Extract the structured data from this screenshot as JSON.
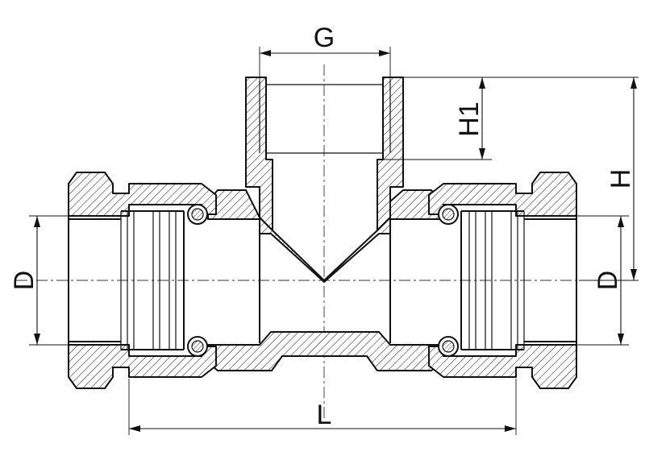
{
  "labels": {
    "g": "G",
    "h1": "H1",
    "h": "H",
    "d_left": "D",
    "d_right": "D",
    "l": "L"
  }
}
